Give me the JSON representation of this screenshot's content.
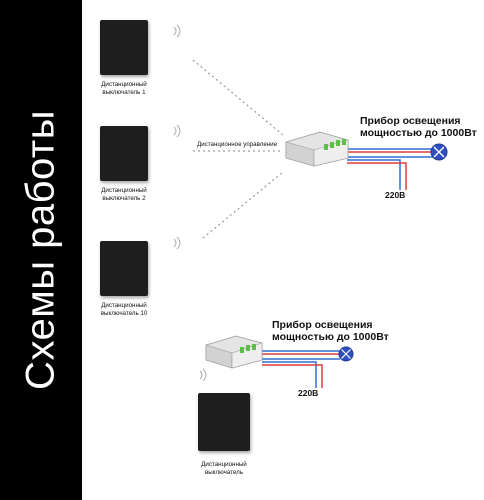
{
  "sidebar": {
    "title": "Схемы работы"
  },
  "diagram1": {
    "switches": [
      {
        "line1": "Дистанционный",
        "line2": "выключатель 1"
      },
      {
        "line1": "Дистанционный",
        "line2": "выключатель 2"
      },
      {
        "line1": "Дистанционный",
        "line2": "выключатель 10"
      }
    ],
    "remote_control_label": "Дистанционное управление",
    "lamp_label_line1": "Прибор освещения",
    "lamp_label_line2": "мощностью до 1000Вт",
    "voltage_label": "220В"
  },
  "diagram2": {
    "switch": {
      "line1": "Дистанционный",
      "line2": "выключатель"
    },
    "lamp_label_line1": "Прибор освещения",
    "lamp_label_line2": "мощностью до 1000Вт",
    "voltage_label": "220В"
  },
  "colors": {
    "sidebar_bg": "#000000",
    "wire_red": "#e23b3b",
    "wire_blue": "#2f6fd6",
    "lamp": "#2f4fbf"
  }
}
